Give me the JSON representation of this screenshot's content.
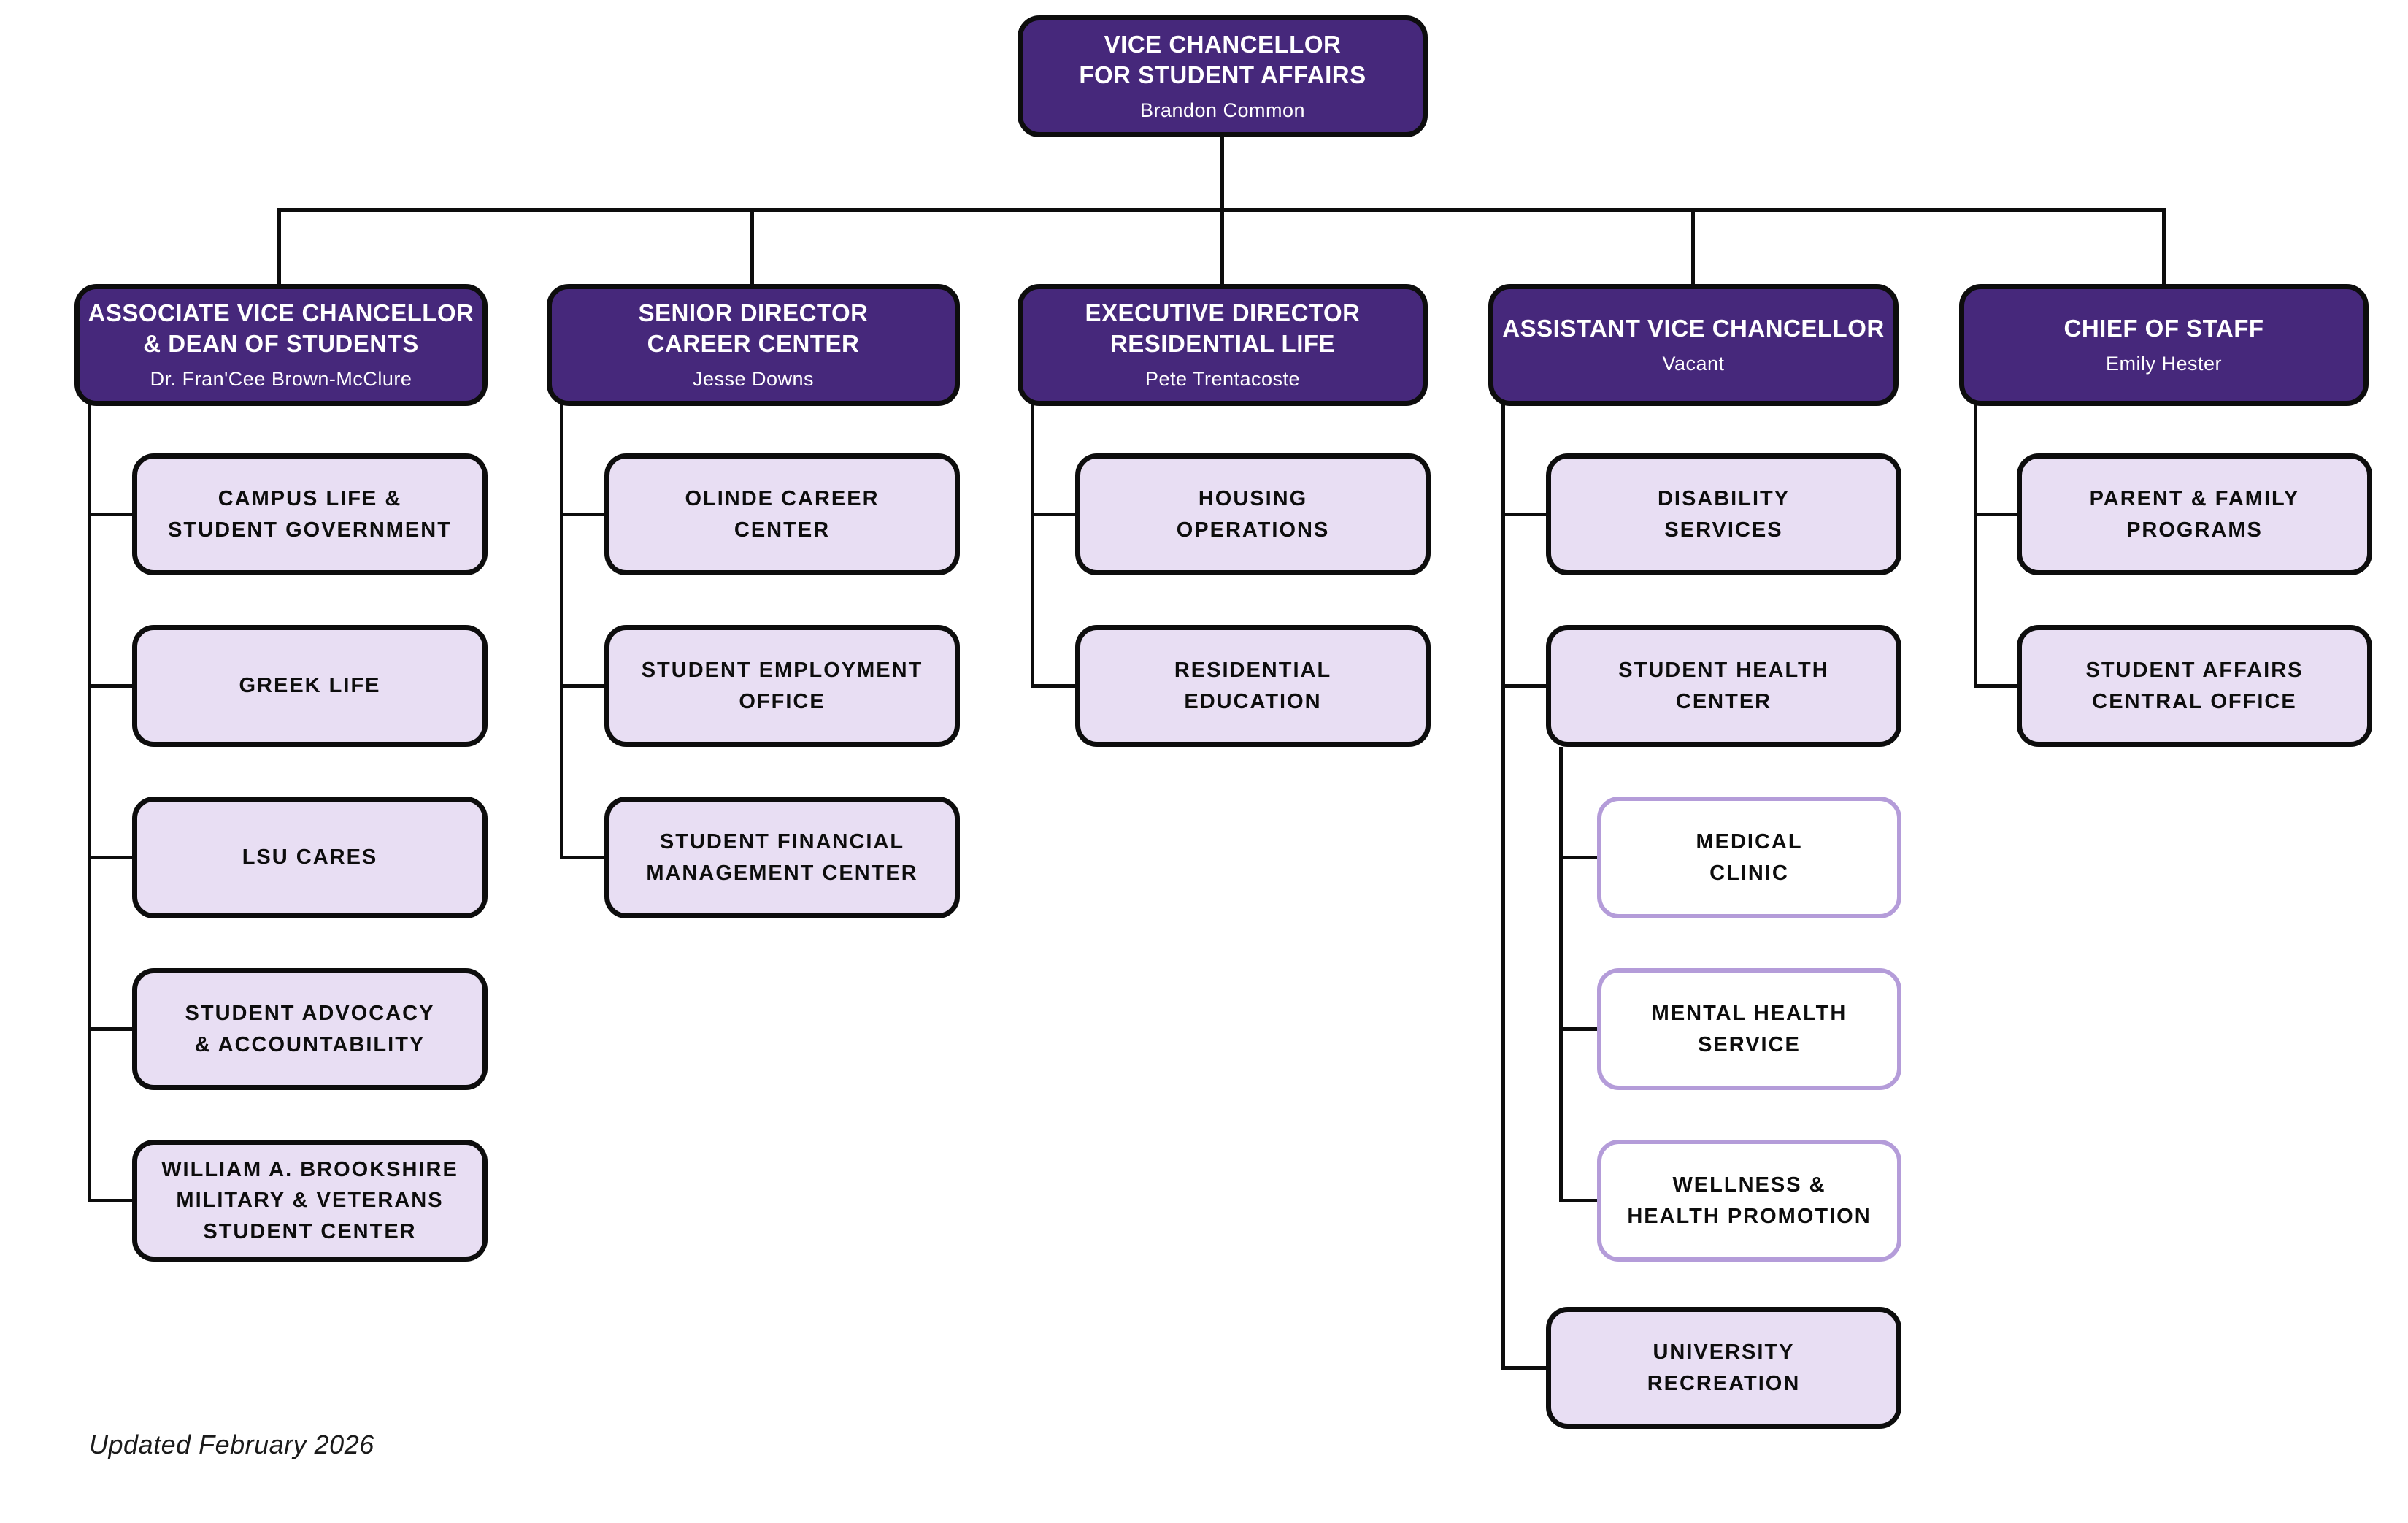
{
  "root": {
    "title": "VICE CHANCELLOR\nFOR STUDENT AFFAIRS",
    "name": "Brandon Common"
  },
  "branches": [
    {
      "title": "ASSOCIATE VICE CHANCELLOR\n& DEAN OF STUDENTS",
      "name": "Dr. Fran'Cee Brown-McClure",
      "children": [
        {
          "label": "CAMPUS LIFE &\nSTUDENT GOVERNMENT"
        },
        {
          "label": "GREEK LIFE"
        },
        {
          "label": "LSU CARES"
        },
        {
          "label": "STUDENT ADVOCACY\n& ACCOUNTABILITY"
        },
        {
          "label": "WILLIAM A. BROOKSHIRE\nMILITARY & VETERANS\nSTUDENT CENTER"
        }
      ]
    },
    {
      "title": "SENIOR DIRECTOR\nCAREER CENTER",
      "name": "Jesse Downs",
      "children": [
        {
          "label": "OLINDE CAREER\nCENTER"
        },
        {
          "label": "STUDENT EMPLOYMENT\nOFFICE"
        },
        {
          "label": "STUDENT FINANCIAL\nMANAGEMENT CENTER"
        }
      ]
    },
    {
      "title": "EXECUTIVE DIRECTOR\nRESIDENTIAL LIFE",
      "name": "Pete Trentacoste",
      "children": [
        {
          "label": "HOUSING\nOPERATIONS"
        },
        {
          "label": "RESIDENTIAL\nEDUCATION"
        }
      ]
    },
    {
      "title": "ASSISTANT VICE CHANCELLOR",
      "name": "Vacant",
      "children": [
        {
          "label": "DISABILITY\nSERVICES"
        },
        {
          "label": "STUDENT HEALTH\nCENTER",
          "children": [
            {
              "label": "MEDICAL\nCLINIC"
            },
            {
              "label": "MENTAL HEALTH\nSERVICE"
            },
            {
              "label": "WELLNESS &\nHEALTH PROMOTION"
            }
          ]
        },
        {
          "label": "UNIVERSITY\nRECREATION"
        }
      ]
    },
    {
      "title": "CHIEF OF STAFF",
      "name": "Emily Hester",
      "children": [
        {
          "label": "PARENT & FAMILY\nPROGRAMS"
        },
        {
          "label": "STUDENT AFFAIRS\nCENTRAL OFFICE"
        }
      ]
    }
  ],
  "footer": "Updated February 2026",
  "colors": {
    "header_bg": "#46287B",
    "child_bg": "#E8DEF3",
    "sub_border": "#B49CD9",
    "connector": "#0d0d0d"
  }
}
